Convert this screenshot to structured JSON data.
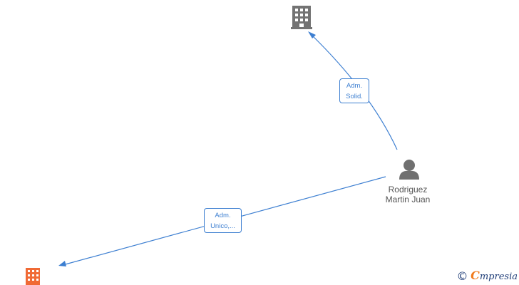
{
  "colors": {
    "edge": "#3d7fd1",
    "company_gray": "#737373",
    "company_orange": "#f06a35",
    "person": "#707070",
    "text": "#555555",
    "brand_blue": "#1f3d78",
    "brand_orange": "#f07b1d"
  },
  "nodes": {
    "company_top": {
      "icon": "building-icon",
      "color": "#737373"
    },
    "company_bottom": {
      "icon": "building-icon",
      "color": "#f06a35"
    },
    "person": {
      "icon": "person-icon",
      "name_line1": "Rodriguez",
      "name_line2": "Martin Juan"
    }
  },
  "edges": [
    {
      "label_line1": "Adm.",
      "label_line2": "Solid."
    },
    {
      "label_line1": "Adm.",
      "label_line2": "Unico,..."
    }
  ],
  "watermark": {
    "copyright": "©",
    "brand_first": "C",
    "brand_rest": "mpresia"
  }
}
